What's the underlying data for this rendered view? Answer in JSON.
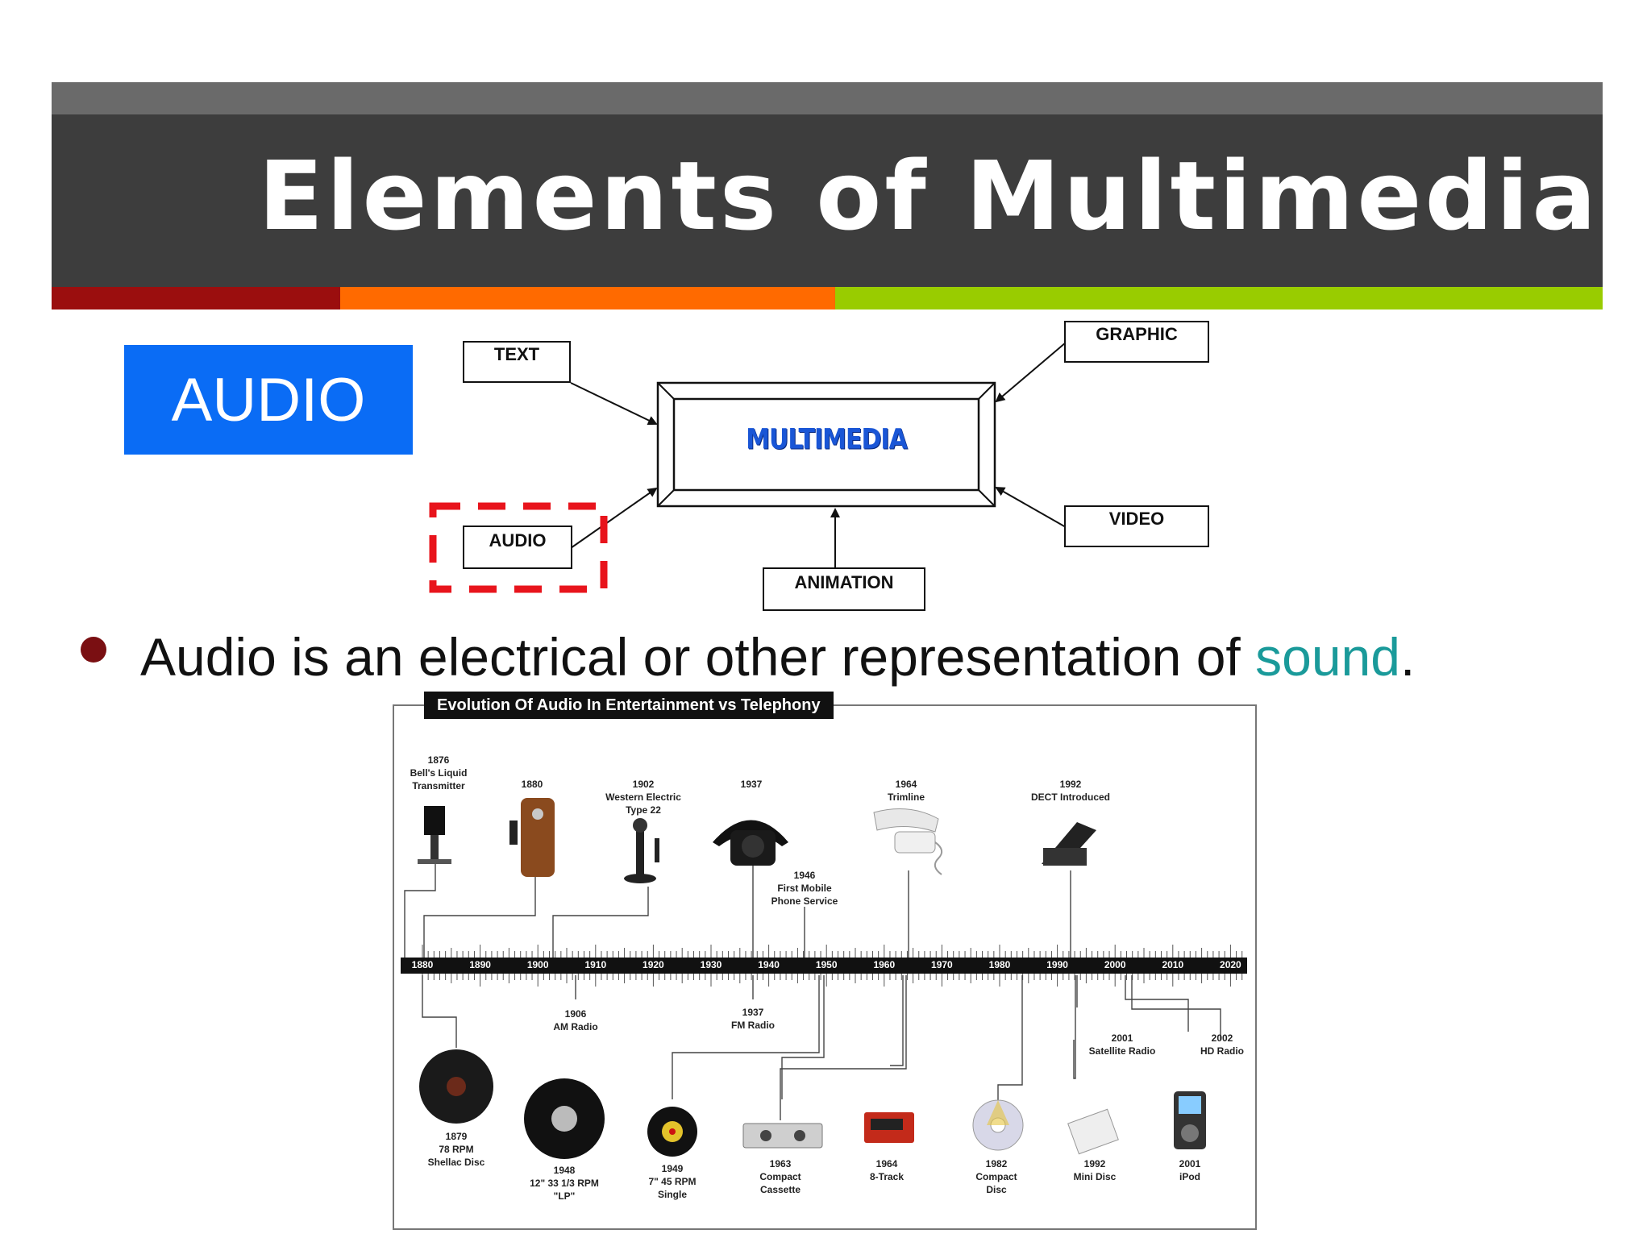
{
  "slide": {
    "title": "Elements of Multimedia",
    "stripe_colors": [
      "#9b0e0e",
      "#ff6a00",
      "#99cc00"
    ],
    "section_badge": "AUDIO",
    "badge_color": "#0a6cf5"
  },
  "diagram": {
    "center": "MULTIMEDIA",
    "nodes": {
      "text": "TEXT",
      "graphic": "GRAPHIC",
      "audio": "AUDIO",
      "video": "VIDEO",
      "animation": "ANIMATION"
    },
    "highlighted_node": "AUDIO",
    "highlight_color": "#e8141c"
  },
  "bullet": {
    "text_before": "Audio is an electrical or other representation of ",
    "link_text": "sound",
    "text_after": "."
  },
  "timeline": {
    "title": "Evolution Of Audio In Entertainment vs Telephony",
    "decades": [
      "1880",
      "1890",
      "1900",
      "1910",
      "1920",
      "1930",
      "1940",
      "1950",
      "1960",
      "1970",
      "1980",
      "1990",
      "2000",
      "2010",
      "2020"
    ],
    "telephony_top": [
      {
        "label": "1876\nBell's Liquid\nTransmitter"
      },
      {
        "label": "1880"
      },
      {
        "label": "1902\nWestern Electric\nType 22"
      },
      {
        "label": "1937"
      },
      {
        "label": "1964\nTrimline"
      },
      {
        "label": "1992\nDECT Introduced"
      }
    ],
    "mid_top": [
      {
        "label": "1946\nFirst Mobile\nPhone Service"
      }
    ],
    "mid_bottom": [
      {
        "label": "1906\nAM Radio"
      },
      {
        "label": "1937\nFM Radio"
      },
      {
        "label": "2001\nSatellite Radio"
      },
      {
        "label": "2002\nHD Radio"
      }
    ],
    "entertainment_bottom": [
      {
        "label": "1879\n78 RPM\nShellac Disc"
      },
      {
        "label": "1948\n12\" 33 1/3 RPM\n\"LP\""
      },
      {
        "label": "1949\n7\" 45 RPM\nSingle"
      },
      {
        "label": "1963\nCompact\nCassette"
      },
      {
        "label": "1964\n8-Track"
      },
      {
        "label": "1982\nCompact\nDisc"
      },
      {
        "label": "1992\nMini Disc"
      },
      {
        "label": "2001\niPod"
      }
    ]
  }
}
